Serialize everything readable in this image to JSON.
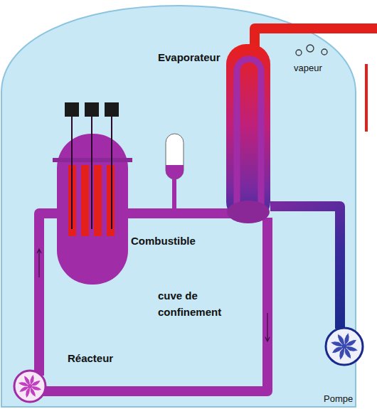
{
  "diagram": {
    "labels": [
      "Evaporateur",
      "vapeur",
      "Combustible",
      "cuve de confinement",
      "Réacteur",
      "Pompe"
    ]
  }
}
